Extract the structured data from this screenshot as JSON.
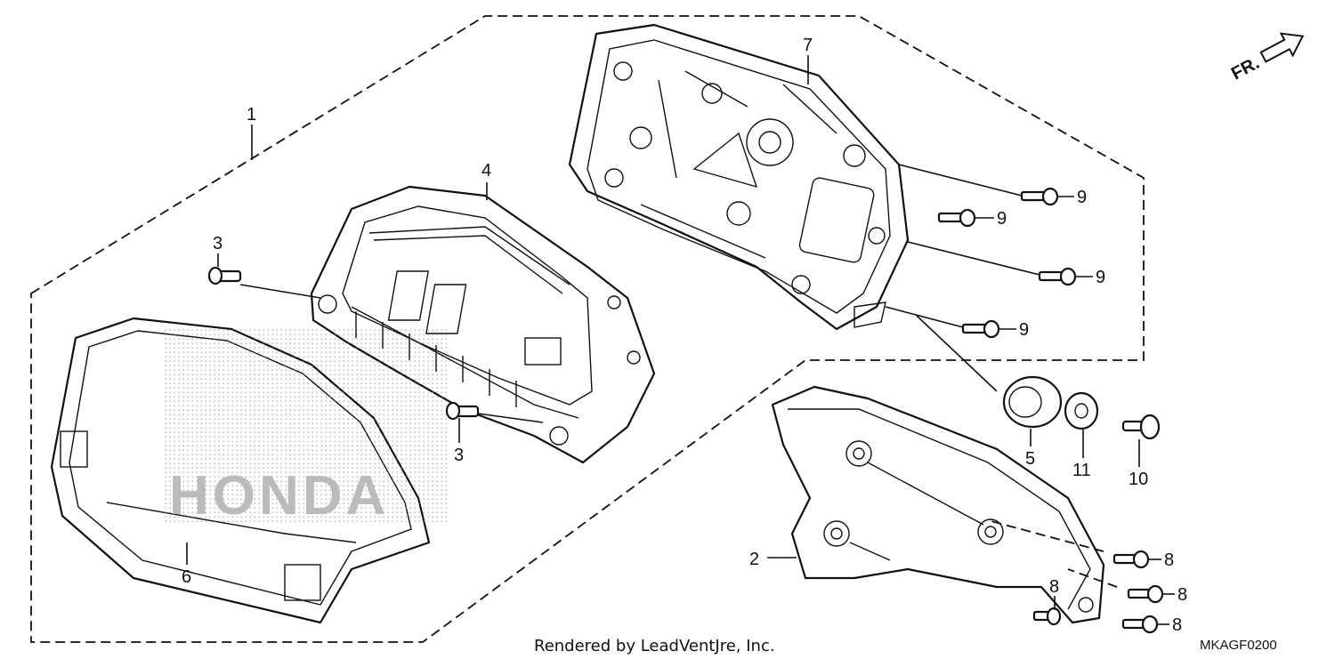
{
  "diagram": {
    "callouts": {
      "c1": "1",
      "c2": "2",
      "c3a": "3",
      "c3b": "3",
      "c4": "4",
      "c5": "5",
      "c6": "6",
      "c7": "7",
      "c8a": "8",
      "c8b": "8",
      "c8c": "8",
      "c8d": "8",
      "c9a": "9",
      "c9b": "9",
      "c9c": "9",
      "c9d": "9",
      "c10": "10",
      "c11": "11"
    },
    "front_marker": "FR.",
    "watermark": "HONDA",
    "footer": "Rendered by LeadVentJre, Inc.",
    "code": "MKAGF0200"
  }
}
